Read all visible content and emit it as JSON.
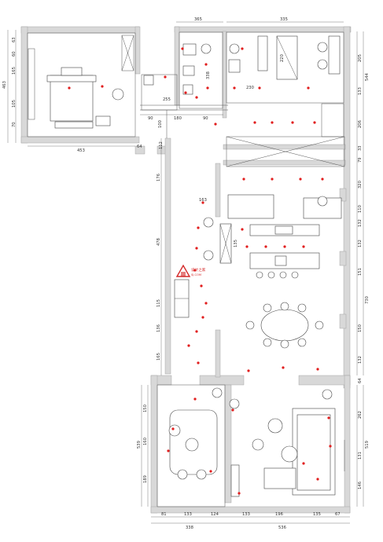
{
  "colors": {
    "wall": "#d8d8d8",
    "lamp": "#e11d1d",
    "line": "#444444",
    "watermark_red": "#d42a2a"
  },
  "watermark": {
    "text_main": "设计之家",
    "text_sub": "SJ.COM"
  },
  "dims": {
    "top_365": "365",
    "top_335": "335",
    "left_463": "463",
    "left_63": "63",
    "left_60": "60",
    "left_165": "165",
    "left_105": "105",
    "left_70": "70",
    "room_255": "255",
    "room_338": "338",
    "room_230": "230",
    "room_220": "220",
    "bottom_453": "453",
    "bottom_64": "64",
    "bottom_112": "112",
    "seg_90a": "90",
    "seg_180": "180",
    "seg_90b": "90",
    "seg_100": "100",
    "kit_163": "163",
    "kit_135": "135",
    "v_176": "176",
    "v_478": "478",
    "v_115": "115",
    "v_136": "136",
    "v_165": "165",
    "r_205": "205",
    "r_544": "544",
    "r_133": "133",
    "r_206": "206",
    "r_79": "79",
    "r_33": "33",
    "r_320": "320",
    "r_110": "110",
    "r_132a": "132",
    "r_132b": "132",
    "r_151": "151",
    "r_730": "730",
    "r_150": "150",
    "r_132c": "132",
    "r_64": "64",
    "r_262": "262",
    "r_519": "519",
    "r_131": "131",
    "r_146": "146",
    "l_150": "150",
    "l_539": "539",
    "l_160": "160",
    "l_189": "189",
    "b_81": "81",
    "b_133a": "133",
    "b_124": "124",
    "b_133b": "133",
    "b_196": "196",
    "b_135": "135",
    "b_67": "67",
    "b_338": "338",
    "b_536": "536"
  }
}
